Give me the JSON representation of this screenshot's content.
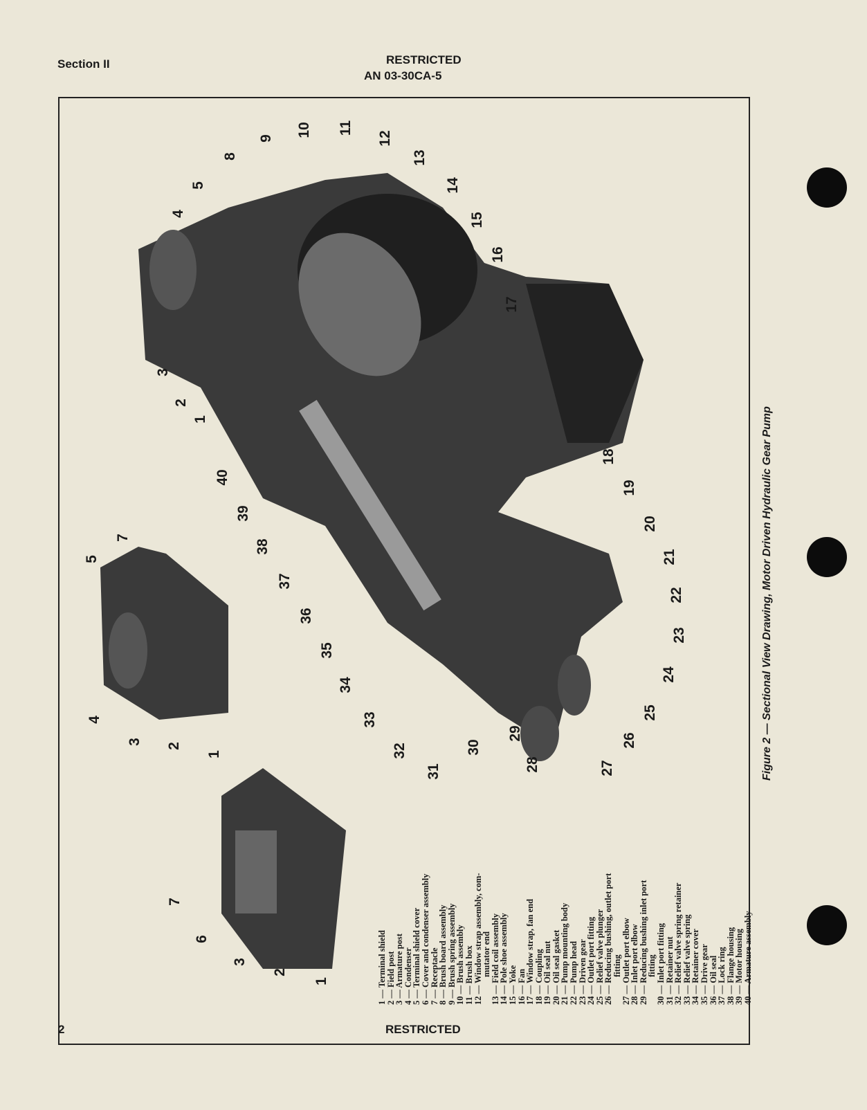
{
  "header": {
    "section": "Section II",
    "classification": "RESTRICTED",
    "document_number": "AN 03-30CA-5"
  },
  "footer": {
    "page_number": "2",
    "classification": "RESTRICTED"
  },
  "figure": {
    "caption": "Figure 2 — Sectional View Drawing, Motor Driven Hydraulic Gear Pump",
    "main_callouts": [
      "1",
      "2",
      "3",
      "4",
      "5",
      "8",
      "9",
      "10",
      "11",
      "12",
      "13",
      "14",
      "15",
      "16",
      "17",
      "18",
      "19",
      "20",
      "21",
      "22",
      "23",
      "24",
      "25",
      "26",
      "27",
      "28",
      "29",
      "30",
      "31",
      "32",
      "33",
      "34",
      "35",
      "36",
      "37",
      "38",
      "39",
      "40"
    ],
    "inset1_callouts": [
      "7",
      "5",
      "4",
      "3",
      "2",
      "1"
    ],
    "inset2_callouts": [
      "7",
      "6",
      "3",
      "2",
      "1"
    ],
    "legend": [
      "1 — Terminal shield",
      "2 — Field post",
      "3 — Armature post",
      "4 — Condenser",
      "5 — Terminal shield cover",
      "6 — Cover and condenser assembly",
      "7 — Receptacle",
      "8 — Brush board assembly",
      "9 — Brush spring assembly",
      "10 — Brush assembly",
      "11 — Brush box",
      "12 — Window strap assembly, com-",
      "mutator end",
      "13 — Field coil assembly",
      "14 — Pole shoe assembly",
      "15 — Yoke",
      "16 — Fan",
      "17 — Window strap, fan end",
      "18 — Coupling",
      "19 — Oil seal nut",
      "20 — Oil seal gasket",
      "21 — Pump mounting body",
      "22 — Pump head",
      "23 — Driven gear",
      "24 — Outlet port fitting",
      "25 — Relief valve plunger",
      "26 — Reducing bushing, outlet port",
      "fitting",
      "27 — Outlet port elbow",
      "28 — Inlet port elbow",
      "29 — Reducing bushing inlet port",
      "fitting",
      "30 — Inlet port fitting",
      "31 — Retainer nut",
      "32 — Relief valve spring retainer",
      "33 — Relief valve spring",
      "34 — Retainer cover",
      "35 — Drive gear",
      "36 — Oil seal",
      "37 — Lock ring",
      "38 — Flange housing",
      "39 — Motor housing",
      "40 — Armature assembly"
    ]
  }
}
